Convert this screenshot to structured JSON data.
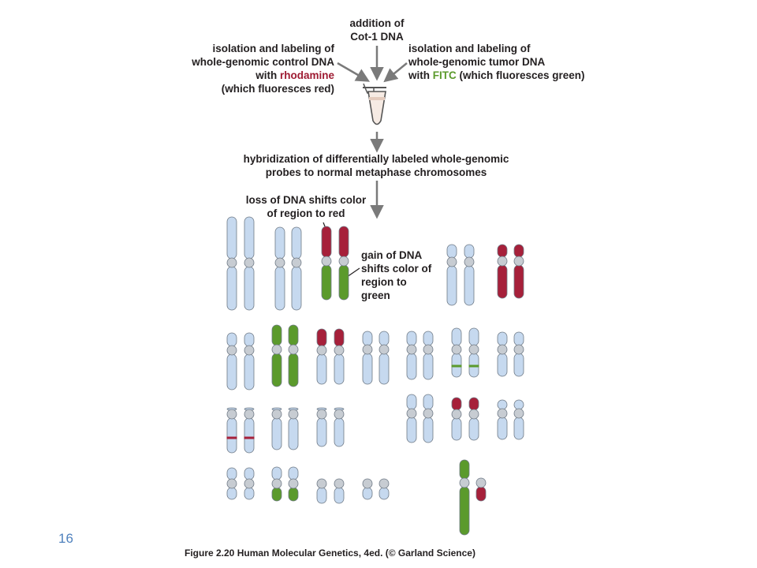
{
  "labels": {
    "addition": [
      "addition of",
      "Cot-1 DNA"
    ],
    "control": {
      "line1": "isolation and labeling of",
      "line2_pre": "whole-genomic ",
      "line2_bold": "control",
      "line2_post": " DNA",
      "line3_pre": "with ",
      "line3_dye": "rhodamine",
      "line4": "(which fluoresces red)"
    },
    "tumor": {
      "line1": "isolation and labeling of",
      "line2_pre": "whole-genomic ",
      "line2_bold": "tumor",
      "line2_post": " DNA",
      "line3_pre": "with ",
      "line3_dye": "FITC",
      "line3_post": " (which fluoresces green)"
    },
    "hybridization": {
      "line1": "hybridization of differentially labeled whole-genomic",
      "line2_pre": "probes to ",
      "line2_bold": "normal",
      "line2_post": " metaphase chromosomes"
    },
    "loss": [
      "loss of DNA shifts color",
      "of region to red"
    ],
    "gain": [
      "gain of DNA",
      "shifts color of",
      "region to",
      "green"
    ]
  },
  "colors": {
    "normal": "#c6d9ef",
    "loss": "#a6203a",
    "gain": "#5b9a2c",
    "centromere": "#c7ccd2",
    "outline": "#6f7a86",
    "arrow": "#7a7a7a",
    "dye_red": "#9e1b32",
    "dye_green": "#5b9a2c",
    "page_number": "#4f81bd"
  },
  "page_number": "16",
  "caption": "Figure 2.20  Human Molecular Genetics, 4ed. (© Garland Science)"
}
